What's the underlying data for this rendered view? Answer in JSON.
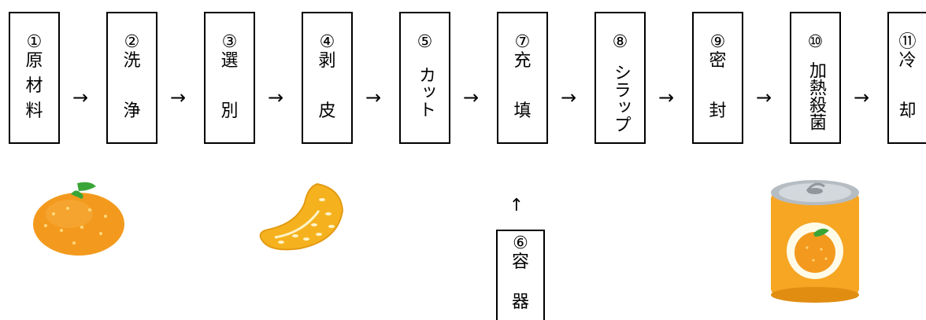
{
  "steps": [
    {
      "num": "①",
      "chars": [
        "原",
        "材",
        "料"
      ]
    },
    {
      "num": "②",
      "chars": [
        "洗",
        "浄"
      ]
    },
    {
      "num": "③",
      "chars": [
        "選",
        "別"
      ]
    },
    {
      "num": "④",
      "chars": [
        "剥",
        "皮"
      ]
    },
    {
      "num": "⑤",
      "vertical": "カット"
    },
    {
      "num": "⑦",
      "chars": [
        "充",
        "填"
      ]
    },
    {
      "num": "⑧",
      "vertical": "シラップ"
    },
    {
      "num": "⑨",
      "chars": [
        "密",
        "封"
      ]
    },
    {
      "num": "⑩",
      "vertical": "加熱殺菌"
    },
    {
      "num": "⑪",
      "chars": [
        "冷",
        "却"
      ]
    }
  ],
  "arrow_right": "→",
  "arrow_up": "↑",
  "container": {
    "num": "⑥",
    "chars": [
      "容",
      "器"
    ]
  },
  "colors": {
    "orange": "#f39a1e",
    "orange_dark": "#e8801a",
    "leaf": "#3aa537",
    "segment": "#f6b21e",
    "can": "#f6a623",
    "can_top": "#b5bcc2"
  },
  "illustrations": [
    "mandarin-orange-icon",
    "orange-segment-icon",
    "canned-mandarin-icon"
  ]
}
